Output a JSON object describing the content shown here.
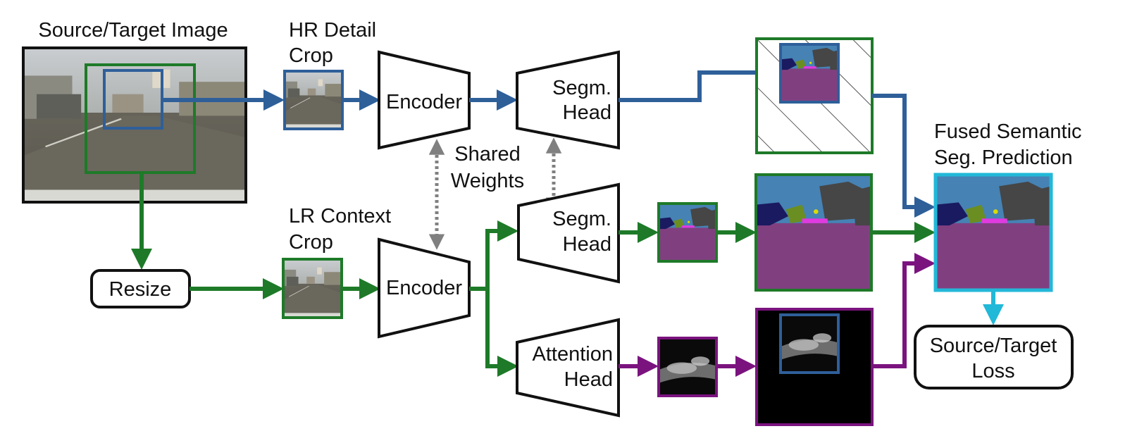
{
  "labels": {
    "source_title": "Source/Target Image",
    "hr_line1": "HR Detail",
    "hr_line2": "Crop",
    "lr_line1": "LR Context",
    "lr_line2": "Crop",
    "resize": "Resize",
    "encoder_top": "Encoder",
    "encoder_bottom": "Encoder",
    "shared_line1": "Shared",
    "shared_line2": "Weights",
    "segm_top_line1": "Segm.",
    "segm_top_line2": "Head",
    "segm_mid_line1": "Segm.",
    "segm_mid_line2": "Head",
    "attn_line1": "Attention",
    "attn_line2": "Head",
    "fused_line1": "Fused Semantic",
    "fused_line2": "Seg. Prediction",
    "loss_line1": "Source/Target",
    "loss_line2": "Loss"
  },
  "colors": {
    "hr": "#2e5f99",
    "lr": "#1e7a28",
    "attention": "#7b137f",
    "fused": "#22b8d8",
    "shared": "#808080",
    "outline": "#111111",
    "seg_sky": "#4682b4",
    "seg_road": "#804080",
    "seg_building": "#464646"
  }
}
